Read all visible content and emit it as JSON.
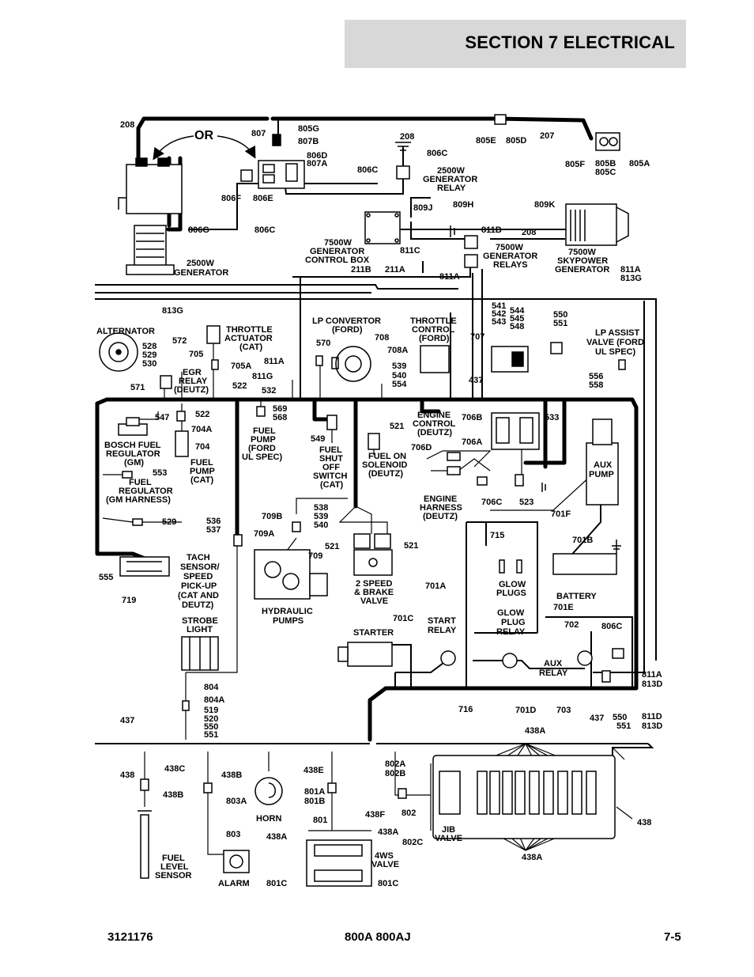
{
  "header": {
    "title": "SECTION 7   ELECTRICAL"
  },
  "footer": {
    "doc_number": "3121176",
    "model": "800A 800AJ",
    "page": "7-5"
  },
  "labels": {
    "or": "OR",
    "w208a": "208",
    "w807": "807",
    "w805g": "805G",
    "w807b": "807B",
    "w806d": "806D",
    "w807a": "807A",
    "w806f": "806F",
    "w806e": "806E",
    "w806g": "806G",
    "w806c1": "806C",
    "gen2500": [
      "2500W",
      "GENERATOR"
    ],
    "w208b": "208",
    "w806c2": "806C",
    "w806c3": "806C",
    "relay2500": [
      "2500W",
      "GENERATOR",
      "RELAY"
    ],
    "w805e": "805E",
    "w805d": "805D",
    "w207": "207",
    "w805f": "805F",
    "w805b": "805B",
    "w805c": "805C",
    "w805a": "805A",
    "w809j": "809J",
    "w809h": "809H",
    "w809k": "809K",
    "w811b": "811B",
    "w208c": "208",
    "w811c": "811C",
    "ctrlbox": [
      "7500W",
      "GENERATOR",
      "CONTROL BOX"
    ],
    "relays7500": [
      "7500W",
      "GENERATOR",
      "RELAYS"
    ],
    "skypower": [
      "7500W",
      "SKYPOWER",
      "GENERATOR"
    ],
    "w811a1": "811A",
    "w813g1": "813G",
    "w211b": "211B",
    "w211a": "211A",
    "w811a2": "811A",
    "w813g2": "813G",
    "alternator": "ALTERNATOR",
    "w572": "572",
    "w528": "528",
    "w529": "529",
    "w530": "530",
    "throttle_act": [
      "THROTTLE",
      "ACTUATOR",
      "(CAT)"
    ],
    "w705": "705",
    "w705a": "705A",
    "egr": [
      "EGR",
      "RELAY",
      "(DEUTZ)"
    ],
    "w522a": "522",
    "w571": "571",
    "w811a3": "811A",
    "w811g": "811G",
    "w532": "532",
    "lpconv": [
      "LP CONVERTOR",
      "(FORD)"
    ],
    "w570": "570",
    "w708": "708",
    "w708a": "708A",
    "w539a": "539",
    "w540a": "540",
    "w554": "554",
    "throttle_ctl": [
      "THROTTLE",
      "CONTROL",
      "(FORD)"
    ],
    "w707": "707",
    "w437a": "437",
    "w541": "541",
    "w542": "542",
    "w543": "543",
    "w544": "544",
    "w545": "545",
    "w548": "548",
    "w550a": "550",
    "w551a": "551",
    "lpassist": [
      "LP ASSIST",
      "VALVE (FORD",
      "UL SPEC)"
    ],
    "w556": "556",
    "w558": "558",
    "w547": "547",
    "w522b": "522",
    "w704a": "704A",
    "w704": "704",
    "bosch": [
      "BOSCH FUEL",
      "REGULATOR",
      "(GM)"
    ],
    "w553": "553",
    "fuelreg": [
      "FUEL",
      "REGULATOR",
      "(GM HARNESS)"
    ],
    "fuelpump_cat": [
      "FUEL",
      "PUMP",
      "(CAT)"
    ],
    "w569": "569",
    "w568": "568",
    "fuelpump_ford": [
      "FUEL",
      "PUMP",
      "(FORD",
      "UL SPEC)"
    ],
    "w549": "549",
    "fuelshut": [
      "FUEL",
      "SHUT",
      "OFF",
      "SWITCH",
      "(CAT)"
    ],
    "w521a": "521",
    "fuelsol": [
      "FUEL ON",
      "SOLENOID",
      "(DEUTZ)"
    ],
    "engctl": [
      "ENGINE",
      "CONTROL",
      "(DEUTZ)"
    ],
    "w706b": "706B",
    "w533": "533",
    "w706a": "706A",
    "w706d": "706D",
    "engharn": [
      "ENGINE",
      "HARNESS",
      "(DEUTZ)"
    ],
    "w706c": "706C",
    "w523": "523",
    "w701f": "701F",
    "auxpump": [
      "AUX",
      "PUMP"
    ],
    "w529b": "529",
    "w536": "536",
    "w537": "537",
    "w709b": "709B",
    "w538": "538",
    "w539b": "539",
    "w540b": "540",
    "w709a": "709A",
    "w709": "709",
    "w521b": "521",
    "w521c": "521",
    "w555": "555",
    "tach": [
      "TACH",
      "SENSOR/",
      "SPEED",
      "PICK-UP",
      "(CAT AND",
      "DEUTZ)"
    ],
    "w719": "719",
    "hydpumps": [
      "HYDRAULIC",
      "PUMPS"
    ],
    "speed2": [
      "2 SPEED",
      "& BRAKE",
      "VALVE"
    ],
    "w715": "715",
    "w701b": "701B",
    "w701a": "701A",
    "glowplugs": [
      "GLOW",
      "PLUGS"
    ],
    "battery": "BATTERY",
    "strobe": [
      "STROBE",
      "LIGHT"
    ],
    "w701c": "701C",
    "startrelay": [
      "START",
      "RELAY"
    ],
    "glowrelay": [
      "GLOW",
      "PLUG",
      "RELAY"
    ],
    "w701e": "701E",
    "w702": "702",
    "w806c4": "806C",
    "starter": "STARTER",
    "auxrelay": [
      "AUX",
      "RELAY"
    ],
    "w811a4": "811A",
    "w813d1": "813D",
    "w804": "804",
    "w804a": "804A",
    "w519": "519",
    "w520": "520",
    "w550b": "550",
    "w551b": "551",
    "w716": "716",
    "w701d": "701D",
    "w703": "703",
    "w437b": "437",
    "w550c": "550",
    "w551c": "551",
    "w811d": "811D",
    "w813d2": "813D",
    "w437c": "437",
    "w438a_top": "438A",
    "w438": "438",
    "w438c": "438C",
    "w438b1": "438B",
    "w438b2": "438B",
    "w438e": "438E",
    "w802a": "802A",
    "w802b": "802B",
    "w803a": "803A",
    "horn": "HORN",
    "w801a": "801A",
    "w801b": "801B",
    "w801": "801",
    "w438f": "438F",
    "w802": "802",
    "w803": "803",
    "w438a_l": "438A",
    "w438a_r": "438A",
    "w802c": "802C",
    "jib": [
      "JIB",
      "VALVE"
    ],
    "w438_right": "438",
    "ws4": [
      "4WS",
      "VALVE"
    ],
    "fuelsensor": [
      "FUEL",
      "LEVEL",
      "SENSOR"
    ],
    "alarm": "ALARM",
    "w801c_l": "801C",
    "w801c_r": "801C",
    "w438a_bot": "438A"
  }
}
